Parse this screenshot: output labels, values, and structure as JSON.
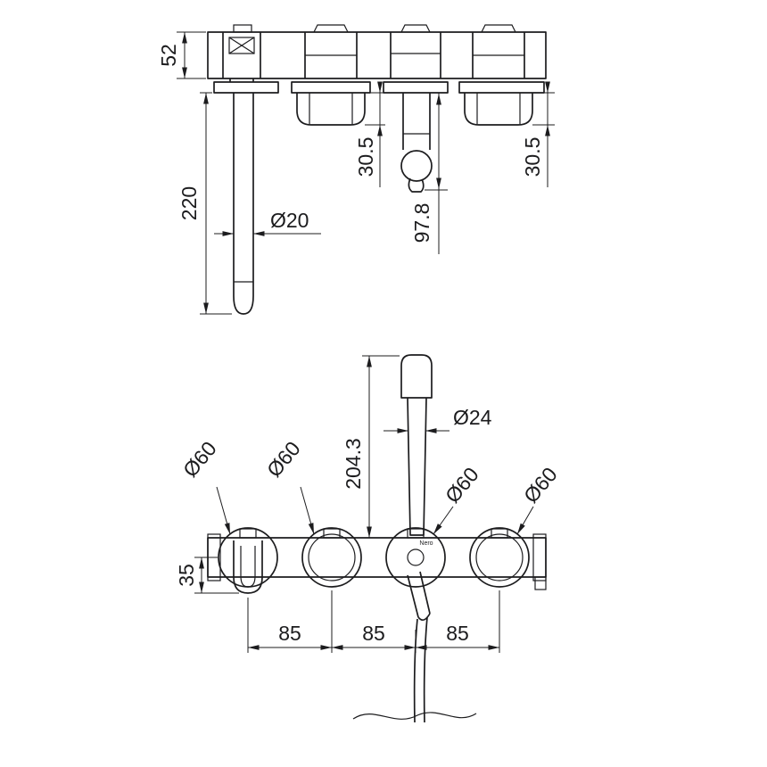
{
  "diagram": {
    "product": "wall-mounted bath shower mixer with hand shower - dimensioned technical drawing",
    "background": "#ffffff",
    "line_color": "#1c1c1e",
    "brand": "Nero",
    "top_view": {
      "dims": {
        "bar_depth": "52",
        "spout_projection": "220",
        "spout_diameter": "Ø20",
        "handle_projection_left": "30.5",
        "holder_projection": "97.8",
        "handle_projection_right": "30.5"
      }
    },
    "front_view": {
      "dims": {
        "handset_height": "204.3",
        "handset_diameter": "Ø24",
        "flange_1": "Ø60",
        "flange_2": "Ø60",
        "flange_3": "Ø60",
        "flange_4": "Ø60",
        "spout_drop": "35",
        "spacing_1": "85",
        "spacing_2": "85",
        "spacing_3": "85"
      }
    }
  }
}
